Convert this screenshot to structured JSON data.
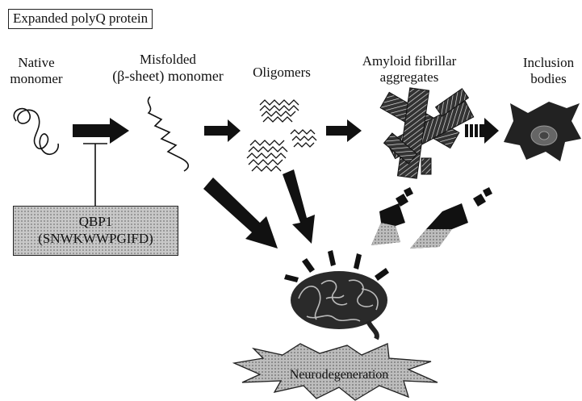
{
  "title": "Expanded polyQ protein",
  "stages": {
    "native": [
      "Native",
      "monomer"
    ],
    "misfolded": [
      "Misfolded",
      "(β-sheet) monomer"
    ],
    "oligomers": "Oligomers",
    "amyloid": [
      "Amyloid fibrillar",
      "aggregates"
    ],
    "inclusion": [
      "Inclusion",
      "bodies"
    ]
  },
  "inhibitor": {
    "name": "QBP1",
    "sequence": "(SNWKWWPGIFD)"
  },
  "outcome": "Neurodegeneration",
  "icons": {
    "native": "random-coil-icon",
    "misfolded": "zigzag-chain-icon",
    "oligomers": "oligomer-cluster-icon",
    "amyloid": "fibril-aggregate-icon",
    "inclusion": "neuron-cell-icon",
    "brain": "brain-icon",
    "burst": "burst-icon"
  }
}
